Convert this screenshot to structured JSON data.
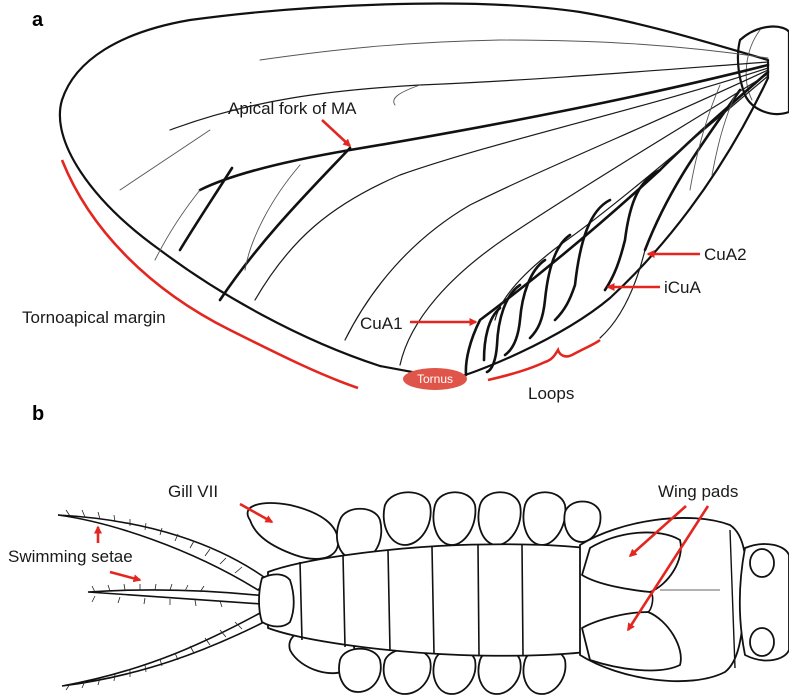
{
  "panel_a": {
    "letter": "a",
    "labels": {
      "apical_fork": "Apical fork of MA",
      "tornoapical_margin": "Tornoapical margin",
      "cua1": "CuA1",
      "cua2": "CuA2",
      "icua": "iCuA",
      "tornus": "Tornus",
      "loops": "Loops"
    }
  },
  "panel_b": {
    "letter": "b",
    "labels": {
      "gill_vii": "Gill VII",
      "wing_pads": "Wing pads",
      "swimming_setae": "Swimming setae"
    }
  },
  "colors": {
    "annotation": "#e3261f",
    "tornus_fill": "#e0554a",
    "line": "#111111"
  }
}
